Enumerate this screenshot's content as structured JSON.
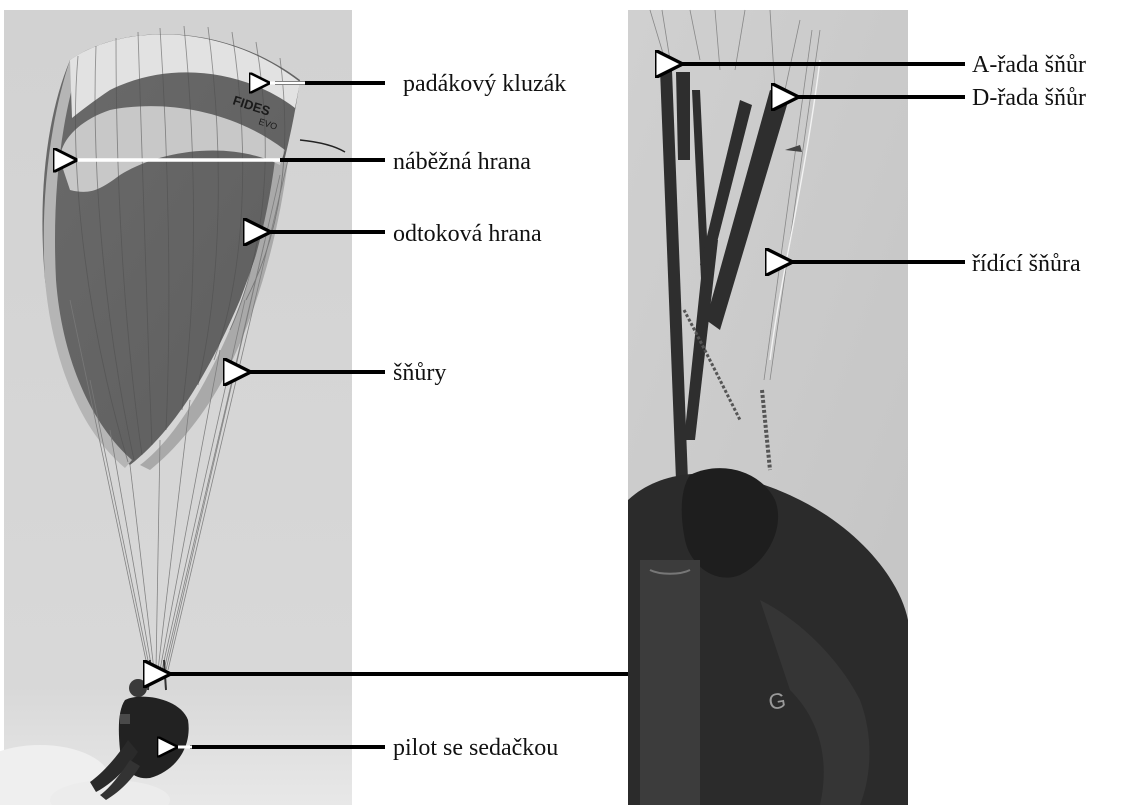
{
  "labels": {
    "canopy": "padákový kluzák",
    "leading_edge": "náběžná hrana",
    "trailing_edge": "odtoková hrana",
    "lines": "šňůry",
    "pilot": "pilot se sedačkou",
    "a_lines": "A-řada šňůr",
    "d_lines": "D-řada šňůr",
    "brake_line": "řídící šňůra"
  },
  "canopy_brand": {
    "name": "FIDES",
    "model": "EVO"
  }
}
